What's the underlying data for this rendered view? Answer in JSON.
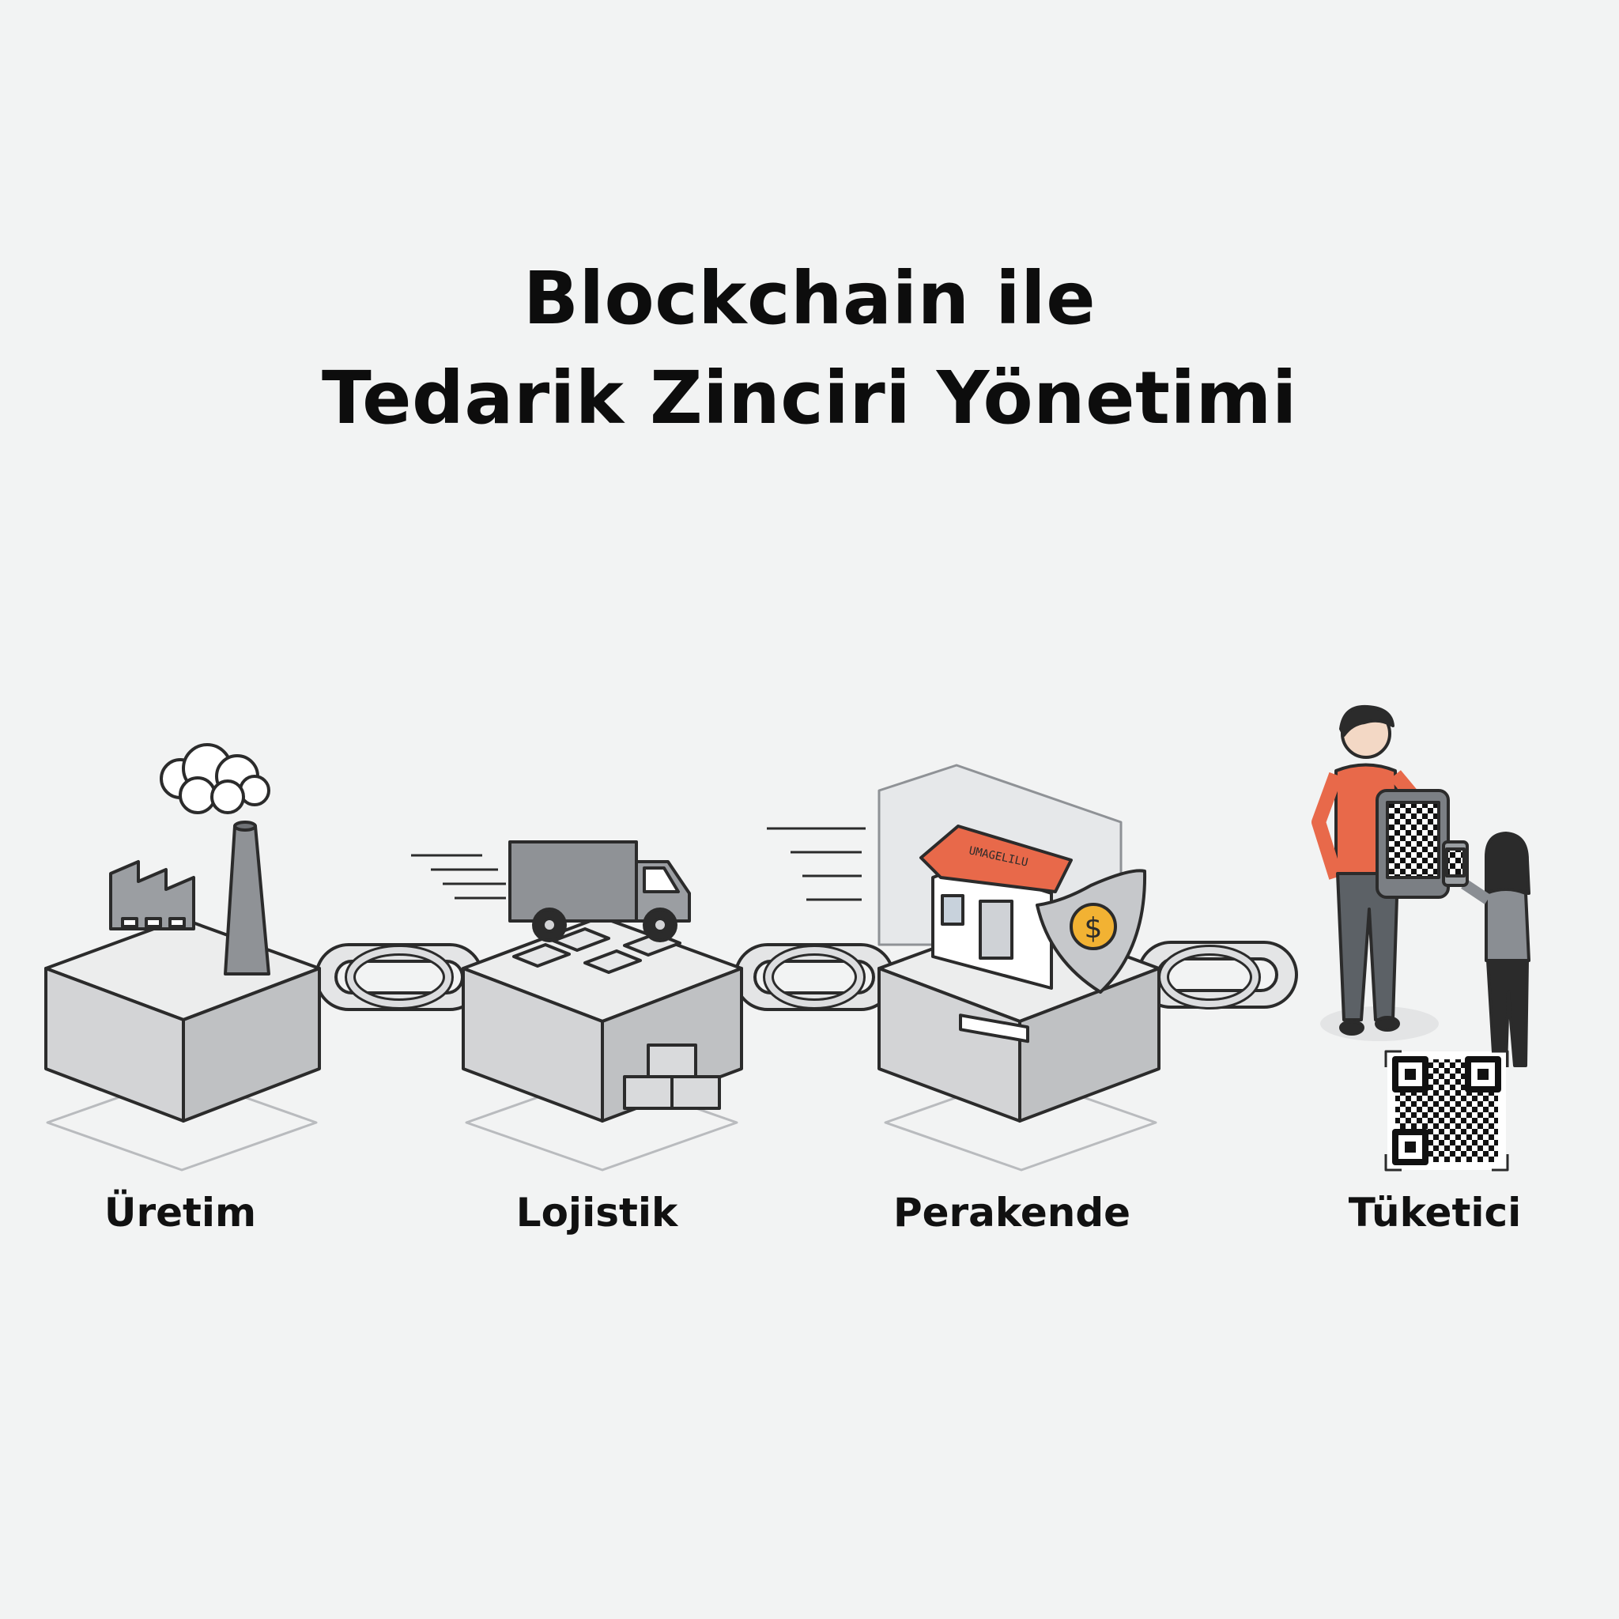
{
  "title": {
    "line1": "Blockchain ile",
    "line2": "Tedarik Zinciri Yönetimi"
  },
  "stages": [
    {
      "label": "Üretim",
      "icon": "factory-icon"
    },
    {
      "label": "Lojistik",
      "icon": "truck-icon"
    },
    {
      "label": "Perakende",
      "icon": "store-icon"
    },
    {
      "label": "Tüketici",
      "icon": "people-qr-icon"
    }
  ],
  "store_sign": "UMAGELILU",
  "shield_symbol": "$",
  "colors": {
    "accent_orange": "#e8694a",
    "coin_gold": "#f2b233",
    "block_gray": "#d7d8da",
    "outline": "#2b2b2b"
  }
}
